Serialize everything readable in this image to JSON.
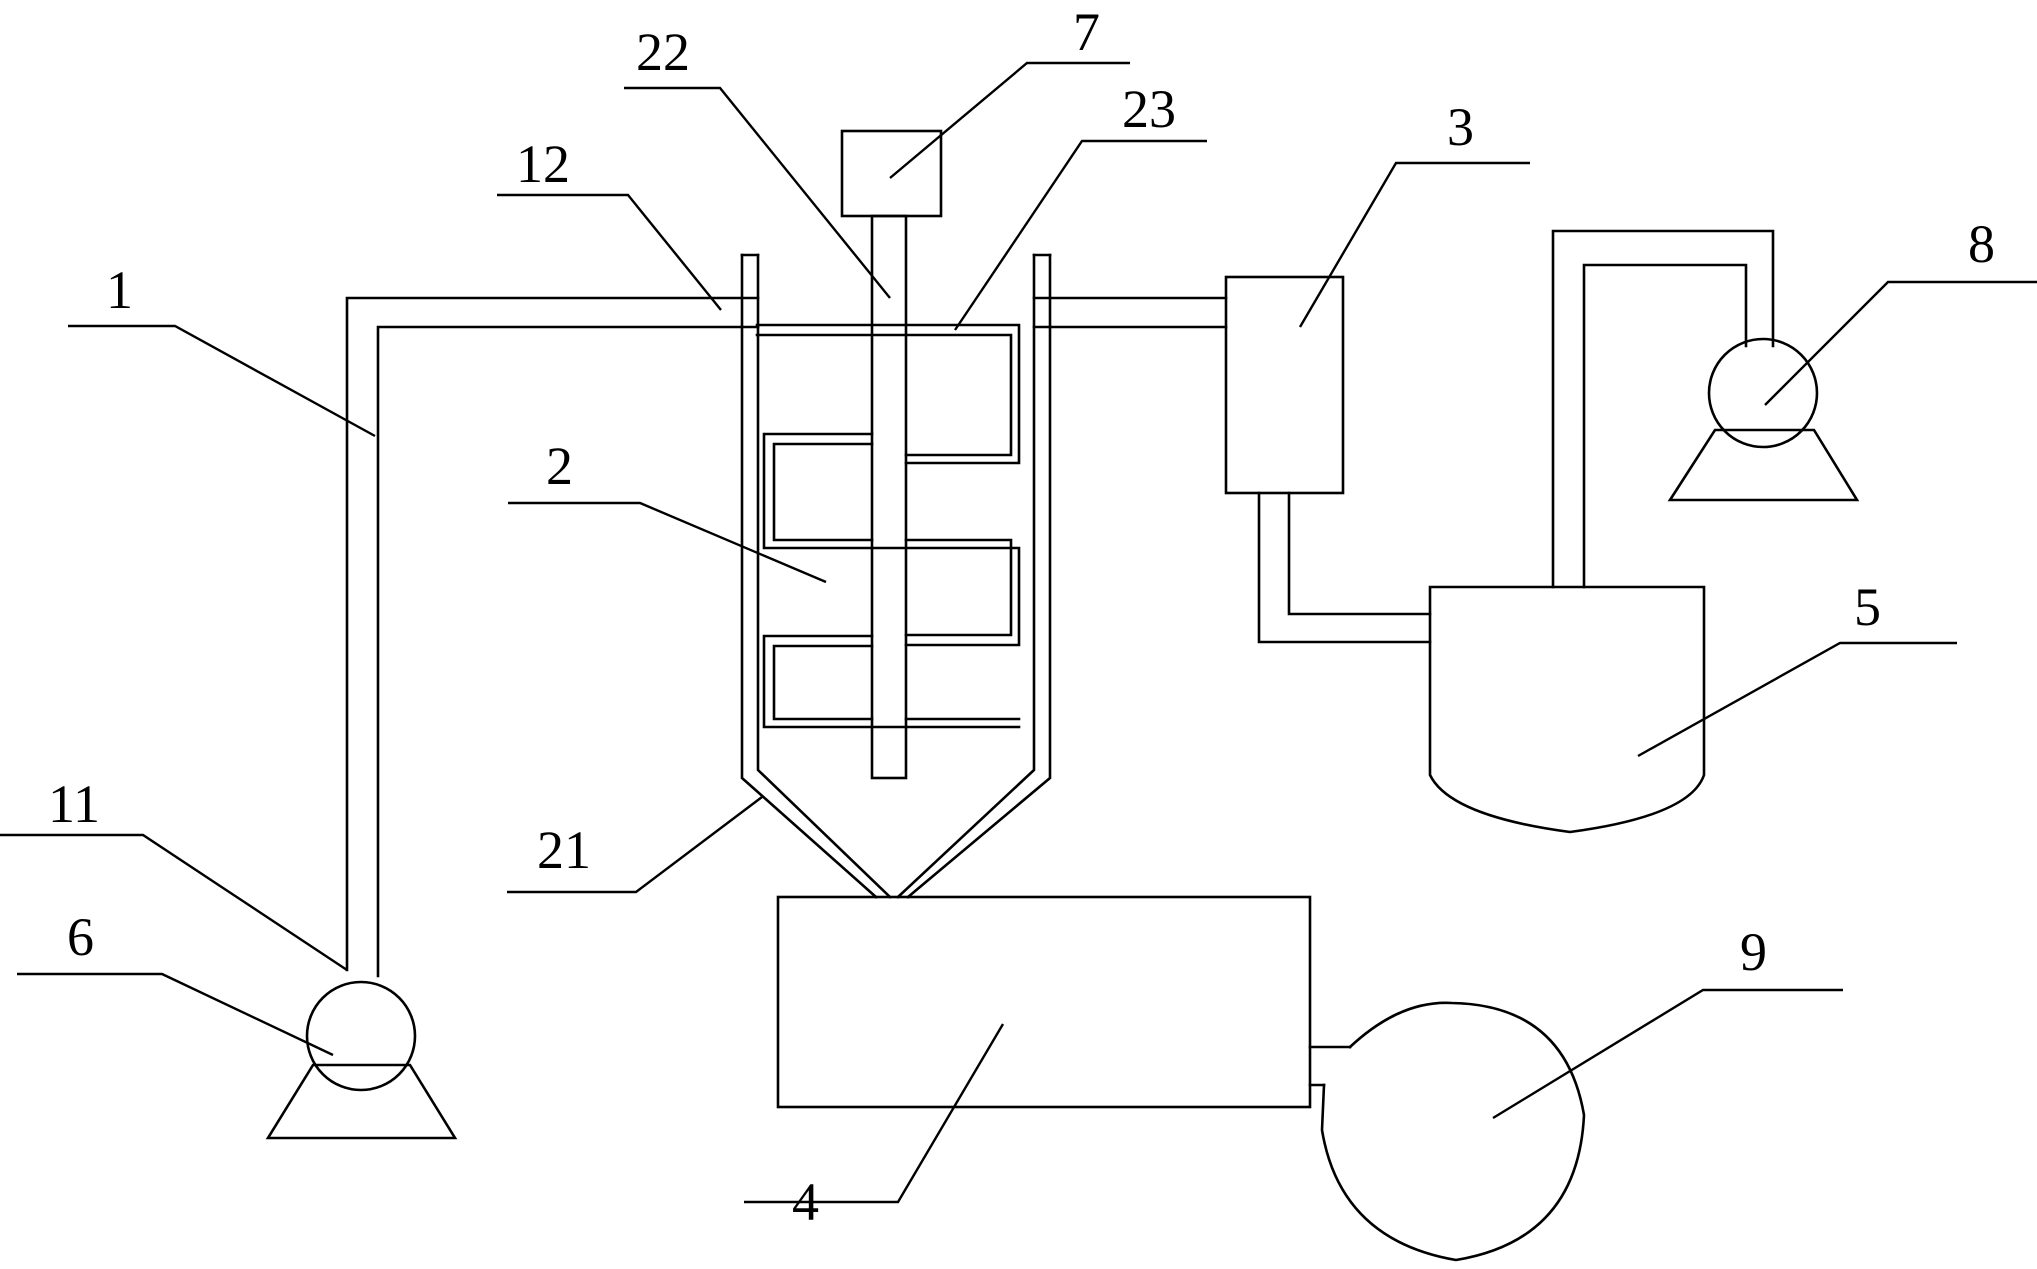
{
  "labels": {
    "pipe_1": "1",
    "reactor_2": "2",
    "separator_3": "3",
    "tank_4": "4",
    "vessel_5": "5",
    "pump_6": "6",
    "motor_7": "7",
    "pump_8": "8",
    "tank_9": "9",
    "pump_outlet_11": "11",
    "inlet_12": "12",
    "cone_21": "21",
    "shaft_22": "22",
    "blade_23": "23"
  },
  "colors": {
    "line": "#000000",
    "background": "#ffffff"
  }
}
